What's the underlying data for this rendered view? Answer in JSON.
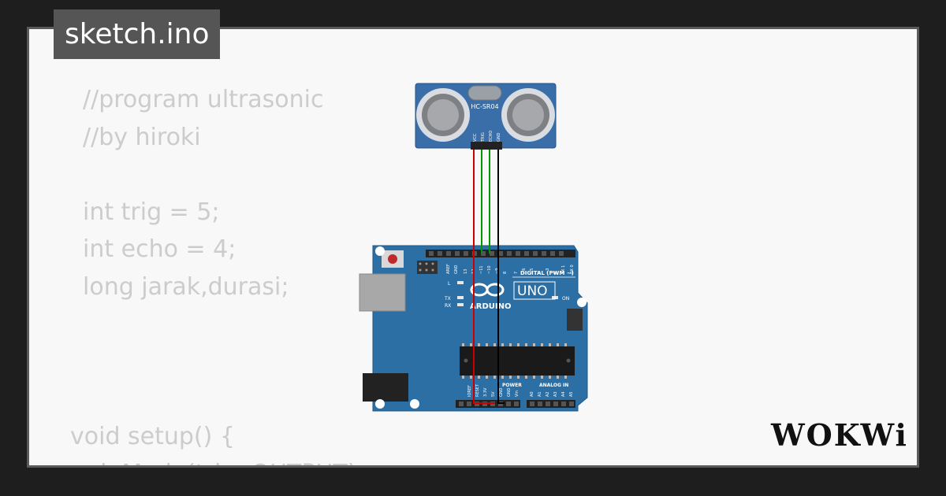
{
  "tab": {
    "filename": "sketch.ino"
  },
  "code": {
    "lines": [
      "//program ultrasonic",
      "//by hiroki",
      "",
      "int trig = 5;",
      "int echo = 4;",
      "long jarak,durasi;",
      "",
      "",
      "",
      "void setup() {",
      "  pinMode(trig, OUTPUT);"
    ]
  },
  "sensor": {
    "model": "HC-SR04",
    "pins": [
      "VCC",
      "TRIG",
      "ECHO",
      "GND"
    ]
  },
  "board": {
    "brand": "ARDUINO",
    "model": "UNO",
    "digital_label": "DIGITAL (PWM ~)",
    "on_label": "ON",
    "l_label": "L",
    "tx_label": "TX",
    "rx_label": "RX",
    "power_label": "POWER",
    "analog_label": "ANALOG IN",
    "top_pins": [
      "AREF",
      "GND",
      "13",
      "12",
      "~11",
      "~10",
      "~9",
      "8",
      "7",
      "~6",
      "~5",
      "4",
      "~3",
      "2",
      "TX 1",
      "RX 0"
    ],
    "power_pins": [
      "IOREF",
      "RESET",
      "3.3V",
      "5V",
      "GND",
      "GND",
      "Vin"
    ],
    "analog_pins": [
      "A0",
      "A1",
      "A2",
      "A3",
      "A4",
      "A5"
    ]
  },
  "wires": {
    "vcc_color": "#cc0000",
    "trig_color": "#009900",
    "echo_color": "#009900",
    "gnd_color": "#000000"
  },
  "brand": {
    "logo_text": "WOKWi"
  },
  "colors": {
    "background": "#1e1e1e",
    "card": "#f8f8f8",
    "board_blue": "#2c6fa5",
    "sensor_blue": "#3a6ea8"
  }
}
